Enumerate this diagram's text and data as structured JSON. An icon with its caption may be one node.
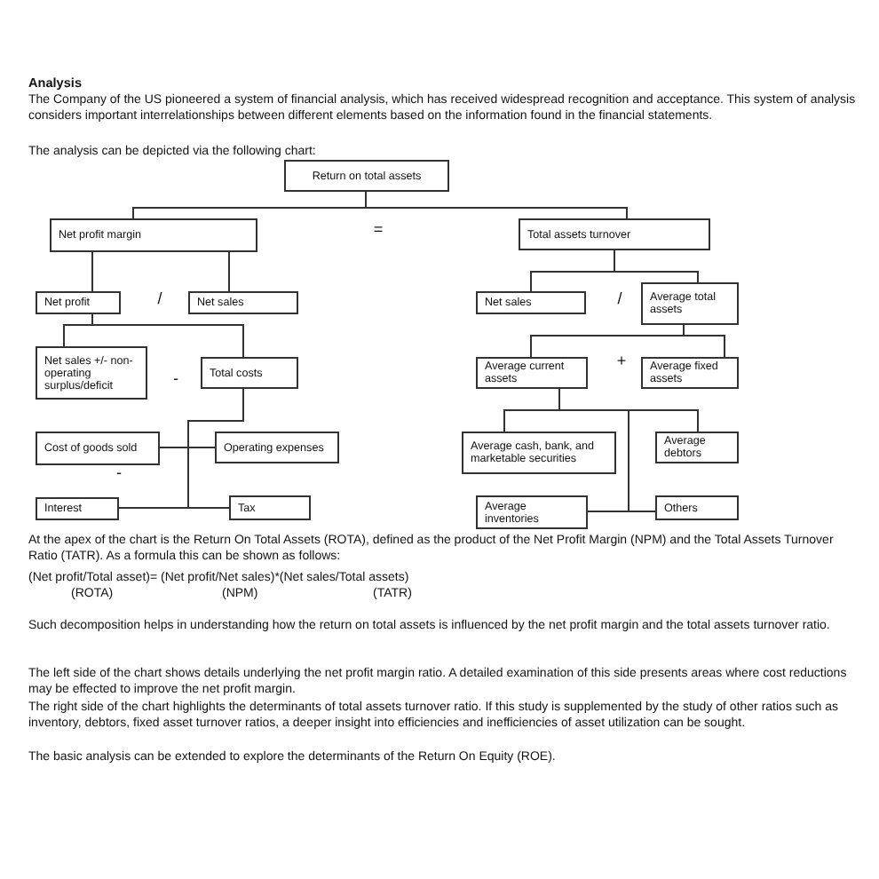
{
  "diagram": {
    "title": "Analysis",
    "nodes": [
      {
        "text": [
          "Return on total assets"
        ]
      },
      {
        "text": [
          "Net profit margin"
        ]
      },
      {
        "text": [
          "Total assets turnover"
        ]
      },
      {
        "text": [
          "Net profit"
        ]
      },
      {
        "text": [
          "Net sales"
        ]
      },
      {
        "text": [
          "Net sales +/- non-operating surplus/deficit"
        ]
      },
      {
        "text": [
          "Total costs"
        ]
      },
      {
        "text": [
          "Cost of goods sold"
        ]
      },
      {
        "text": [
          "Operating expenses"
        ]
      },
      {
        "text": [
          "Interest"
        ]
      },
      {
        "text": [
          "Tax"
        ]
      },
      {
        "text": [
          "Net sales"
        ]
      },
      {
        "text": [
          "Average total assets"
        ]
      },
      {
        "text": [
          "Average current assets"
        ]
      },
      {
        "text": [
          "Average fixed assets"
        ]
      },
      {
        "text": [
          "Average cash, bank, and marketable securities"
        ]
      },
      {
        "text": [
          "Average debtors"
        ]
      },
      {
        "text": [
          "Average inventories"
        ]
      },
      {
        "text": [
          "Others"
        ]
      }
    ],
    "edges": [
      {
        "from": 0,
        "to": 1,
        "arrow": "none"
      },
      {
        "from": 0,
        "to": 2,
        "arrow": "none"
      },
      {
        "from": 1,
        "to": 3,
        "arrow": "none"
      },
      {
        "from": 1,
        "to": 4,
        "arrow": "none"
      },
      {
        "from": 3,
        "to": 5,
        "arrow": "none"
      },
      {
        "from": 3,
        "to": 6,
        "arrow": "none"
      },
      {
        "from": 6,
        "to": 7,
        "arrow": "none"
      },
      {
        "from": 6,
        "to": 8,
        "arrow": "none"
      },
      {
        "from": 6,
        "to": 9,
        "arrow": "none"
      },
      {
        "from": 6,
        "to": 10,
        "arrow": "none"
      },
      {
        "from": 2,
        "to": 11,
        "arrow": "none"
      },
      {
        "from": 2,
        "to": 12,
        "arrow": "none"
      },
      {
        "from": 12,
        "to": 13,
        "arrow": "none"
      },
      {
        "from": 12,
        "to": 14,
        "arrow": "none"
      },
      {
        "from": 13,
        "to": 15,
        "arrow": "none"
      },
      {
        "from": 13,
        "to": 16,
        "arrow": "none"
      },
      {
        "from": 13,
        "to": 17,
        "arrow": "none"
      },
      {
        "from": 13,
        "to": 18,
        "arrow": "none"
      }
    ],
    "labels": [
      "The Company of the US pioneered a system of financial analysis, which has received widespread recognition and acceptance. This system of analysis considers important interrelationships between different elements based on the information found in the financial statements.",
      "The analysis can be depicted via the following chart:",
      "=",
      "/",
      "/",
      "-",
      "+",
      "-",
      "At the apex of the chart is the Return On Total Assets (ROTA), defined as the product of the Net Profit Margin (NPM) and the Total Assets Turnover Ratio (TATR). As a formula this can be shown as follows:",
      "(Net profit/Total asset)= (Net profit/Net sales)*(Net sales/Total assets)",
      "(ROTA)",
      "(NPM)",
      "(TATR)",
      "Such decomposition helps in understanding how the return on total assets is influenced by the net profit margin and the total assets turnover ratio.",
      "The left side of the chart shows details underlying the net profit margin ratio. A detailed examination of this side presents areas where cost reductions may be effected to improve the net profit margin.",
      "The right side of the chart highlights the determinants of total assets turnover ratio. If this study is supplemented by the study of other ratios such as inventory, debtors, fixed asset turnover ratios, a deeper insight into efficiencies and inefficiencies of asset utilization can be sought.",
      "The basic analysis can be extended to explore the determinants of the Return On Equity (ROE)."
    ]
  }
}
